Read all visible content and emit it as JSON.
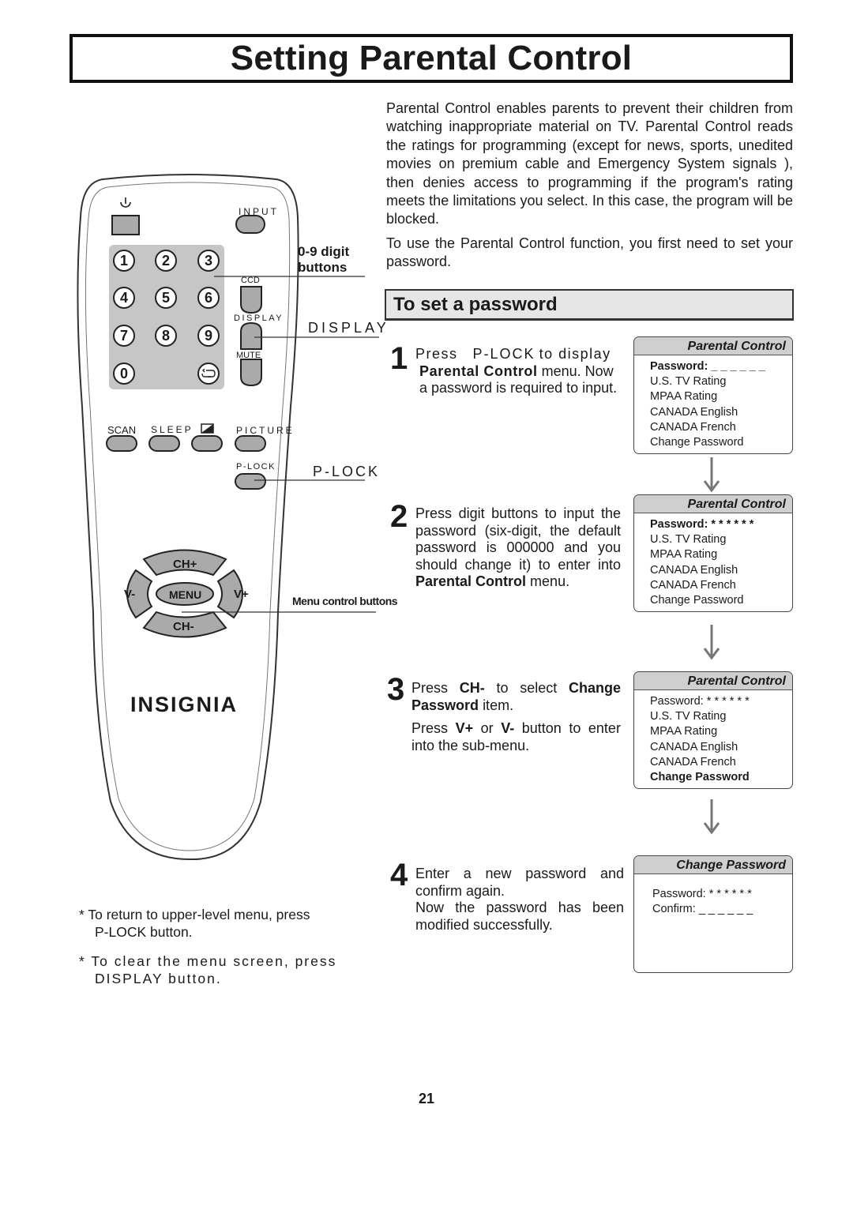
{
  "title": "Setting Parental Control",
  "intro": [
    "Parental Control enables parents to prevent their children from watching inappropriate material on TV. Parental Control reads the ratings for programming (except for news, sports, unedited movies on premium cable and Emergency System signals ), then denies access to programming if the program's rating meets the limitations you select. In this case, the program will be blocked.",
    "To use the Parental Control function, you first need to set your password."
  ],
  "section_title": "To set a password",
  "steps": [
    {
      "num": "1",
      "a": "Press",
      "b": "P-LOCK",
      "c": "to display",
      "d": "Parental Control",
      "e": "menu. Now a password is required to input."
    },
    {
      "num": "2",
      "a": "Press digit buttons to input the password (six-digit, the default password is 000000 and you should change it) to enter into",
      "b": "Parental Control",
      "c": "menu."
    },
    {
      "num": "3",
      "a": "Press",
      "b": "CH-",
      "c": "to select",
      "d": "Change Password",
      "e": "item.",
      "f": "Press",
      "g": "V+",
      "h": "or",
      "i": "V-",
      "j": "button to enter into the sub-menu."
    },
    {
      "num": "4",
      "a": "Enter a new password and confirm again.",
      "b": "Now the password has been modified successfully."
    }
  ],
  "menus": [
    {
      "title": "Parental Control",
      "items": [
        "Password: _ _ _ _ _ _",
        "U.S. TV Rating",
        "MPAA Rating",
        "CANADA English",
        "CANADA French",
        "Change Password"
      ]
    },
    {
      "title": "Parental Control",
      "items": [
        "Password: * * * * * *",
        "U.S. TV Rating",
        "MPAA Rating",
        "CANADA English",
        "CANADA French",
        "Change Password"
      ]
    },
    {
      "title": "Parental Control",
      "items": [
        "Password: * * * * * *",
        "U.S. TV Rating",
        "MPAA Rating",
        "CANADA English",
        "CANADA French",
        "Change Password"
      ]
    },
    {
      "title": "Change Password",
      "items": [
        "Password: * * * * * *",
        "Confirm:  _ _ _ _ _ _"
      ]
    }
  ],
  "remote": {
    "input": "INPUT",
    "ccd": "CCD",
    "display": "DISPLAY",
    "mute": "MUTE",
    "scan": "SCAN",
    "sleep": "SLEEP",
    "picture": "PICTURE",
    "plock": "P-LOCK",
    "digits": [
      "1",
      "2",
      "3",
      "4",
      "5",
      "6",
      "7",
      "8",
      "9",
      "0"
    ],
    "ch_up": "CH+",
    "ch_down": "CH-",
    "vol_down": "V-",
    "vol_up": "V+",
    "menu": "MENU",
    "brand": "INSIGNIA"
  },
  "callouts": {
    "digits": [
      "0-9 digit",
      "buttons"
    ],
    "display": "DISPLAY",
    "plock": "P-LOCK",
    "menu": "Menu control buttons"
  },
  "notes": [
    {
      "a": "* To return to upper-level menu, press",
      "b": "P-LOCK button."
    },
    {
      "a": "*  To clear the menu screen, press",
      "b": "DISPLAY button."
    }
  ],
  "page_number": "21"
}
